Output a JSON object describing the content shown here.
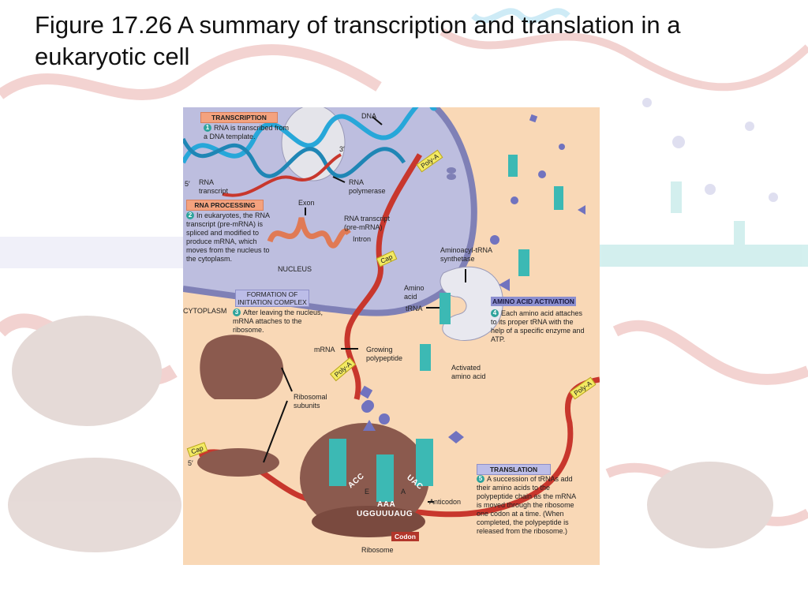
{
  "slide": {
    "title": "Figure 17.26 A summary of transcription and translation in a eukaryotic cell"
  },
  "colors": {
    "cytoplasm": "#f9d8b6",
    "nucleus": "#bdbedf",
    "rna": "#c8372d",
    "dna": "#27a7d9",
    "trna": "#3cb9b4",
    "ribosome": "#8b5a4e",
    "amino_acid": "#7173bf",
    "label_box_orange": "#f4a27e",
    "label_box_lavender": "#bcbde8",
    "step_badge": "#2ea39b"
  },
  "figure": {
    "transcription": {
      "title": "TRANSCRIPTION",
      "step": "1",
      "text": "RNA is transcribed from a DNA template."
    },
    "rna_processing": {
      "title": "RNA PROCESSING",
      "step": "2",
      "text": "In eukaryotes, the RNA transcript (pre-mRNA) is spliced and modified to produce mRNA, which moves from the nucleus to the cytoplasm."
    },
    "initiation": {
      "title": "FORMATION OF INITIATION COMPLEX",
      "step": "3",
      "text": "After leaving the nucleus, mRNA attaches to the ribosome."
    },
    "activation": {
      "title": "AMINO ACID ACTIVATION",
      "step": "4",
      "text": "Each amino acid attaches to its proper tRNA with the help of a specific enzyme and ATP."
    },
    "translation": {
      "title": "TRANSLATION",
      "step": "5",
      "text": "A succession of tRNAs add their amino acids to the polypeptide chain as the mRNA is moved through the ribosome one codon at a time. (When completed, the polypeptide is released from the ribosome.)"
    },
    "labels": {
      "dna": "DNA",
      "three_prime": "3′",
      "five_prime_top": "5′",
      "rna_transcript": "RNA transcript",
      "rna_polymerase": "RNA polymerase",
      "exon": "Exon",
      "rna_transcript_pre": "RNA transcript (pre-mRNA)",
      "intron": "Intron",
      "nucleus": "NUCLEUS",
      "cytoplasm": "CYTOPLASM",
      "aminoacyl_synthetase": "Aminoacyl-tRNA synthetase",
      "amino_acid": "Amino acid",
      "trna": "tRNA",
      "mrna": "mRNA",
      "growing_polypeptide": "Growing polypeptide",
      "activated_amino_acid": "Activated amino acid",
      "ribosomal_subunits": "Ribosomal subunits",
      "five_prime_bottom": "5′",
      "e_site": "E",
      "a_site": "A",
      "anticodon": "Anticodon",
      "codon": "Codon",
      "ribosome": "Ribosome"
    },
    "tags": {
      "poly_a_top": "Poly-A",
      "cap_nucleus": "Cap",
      "poly_a_mid": "Poly-A",
      "poly_a_right": "Poly-A",
      "cap_bottom": "Cap"
    },
    "sequences": {
      "anticodon_left": "ACC",
      "anticodon_mid": "AAA",
      "anticodon_right": "UAC",
      "mrna_codons": "UGGUUUAUG"
    }
  }
}
